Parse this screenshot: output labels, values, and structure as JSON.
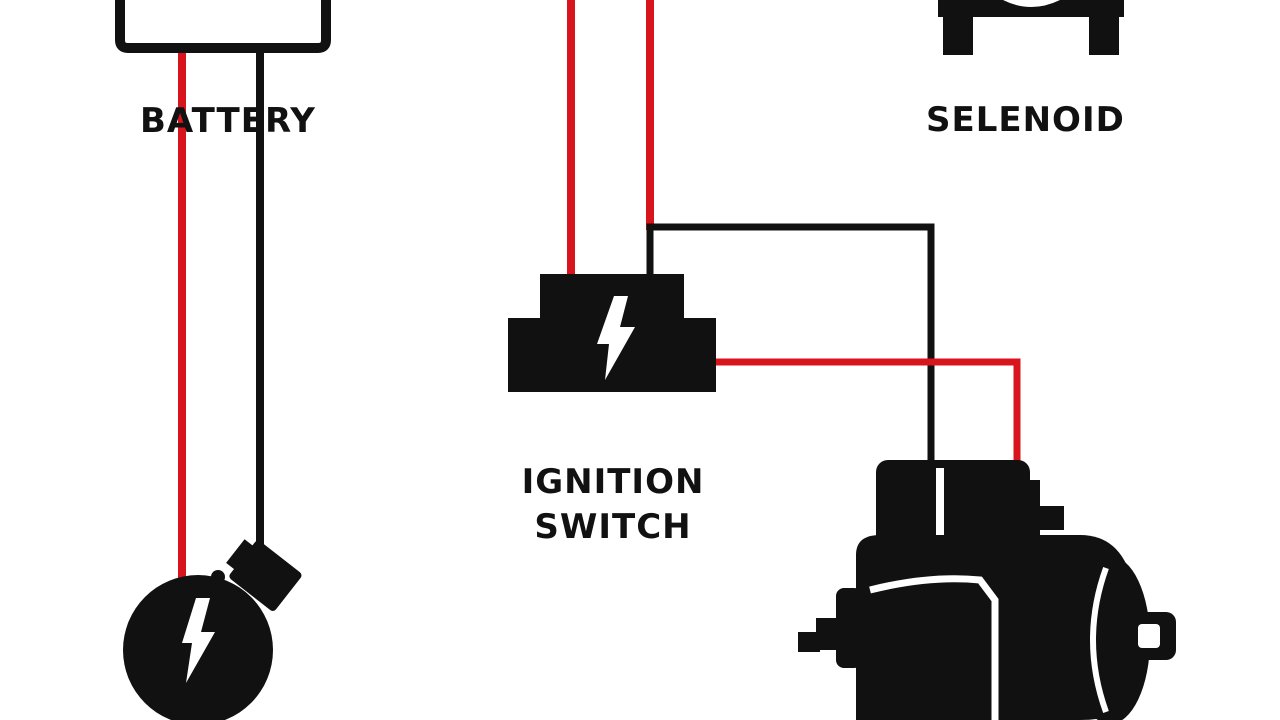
{
  "labels": {
    "battery": "BATTERY",
    "selenoid": "SELENOID",
    "ignition_line1": "IGNITION",
    "ignition_line2": "SWITCH"
  },
  "colors": {
    "positive_wire": "#d8141c",
    "negative_wire": "#111111",
    "component": "#111111",
    "background": "#ffffff"
  },
  "icons": [
    "battery-icon",
    "selenoid-icon",
    "ignition-switch-icon",
    "alternator-icon",
    "starter-motor-icon",
    "lightning-bolt-icon"
  ]
}
